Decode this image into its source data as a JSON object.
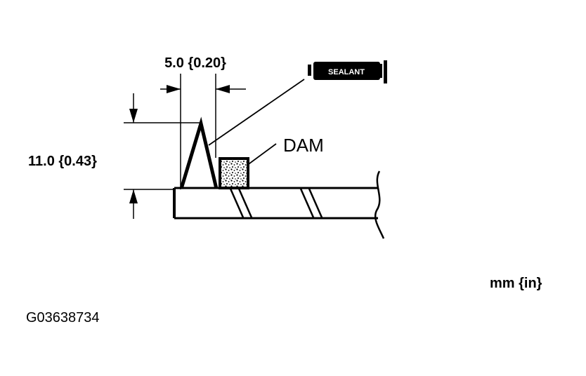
{
  "labels": {
    "width_dim": "5.0 {0.20}",
    "height_dim": "11.0 {0.43}",
    "sealant_tube": "SEALANT",
    "dam": "DAM",
    "units": "mm {in}",
    "figure_id": "G03638734"
  }
}
